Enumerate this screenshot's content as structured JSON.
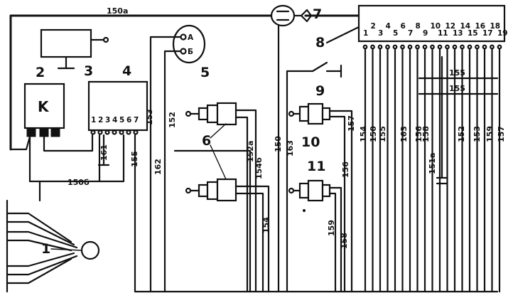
{
  "callouts": {
    "c1": "1",
    "c2": "2",
    "c3": "3",
    "c4": "4",
    "c5": "5",
    "c6": "6",
    "c7": "7",
    "c8": "8",
    "c9": "9",
    "c10": "10",
    "c11": "11"
  },
  "relay_letter": "K",
  "switch5_pins": {
    "a": "A",
    "b": "Б"
  },
  "block4_pins": [
    "1",
    "2",
    "3",
    "4",
    "5",
    "6",
    "7"
  ],
  "block8_pins": [
    "1",
    "2",
    "3",
    "4",
    "5",
    "6",
    "7",
    "8",
    "9",
    "10",
    "11",
    "12",
    "13",
    "14",
    "15",
    "16",
    "17",
    "18",
    "19"
  ],
  "wires": {
    "w150a": "150a",
    "w150b": "150б",
    "w161": "161",
    "w155": "155",
    "w153": "153",
    "w162": "162",
    "w152": "152",
    "w152a": "152a",
    "w154b": "154б",
    "w150": "150",
    "w154": "154",
    "w163": "163",
    "w157": "157",
    "w156": "156",
    "w159": "159",
    "w158": "158",
    "w151a": "151a"
  },
  "harness_right": [
    "154",
    "150",
    "155",
    "163",
    "156",
    "158",
    "151a",
    "152",
    "153",
    "159",
    "157"
  ],
  "bus_labels": [
    "155",
    "155"
  ]
}
